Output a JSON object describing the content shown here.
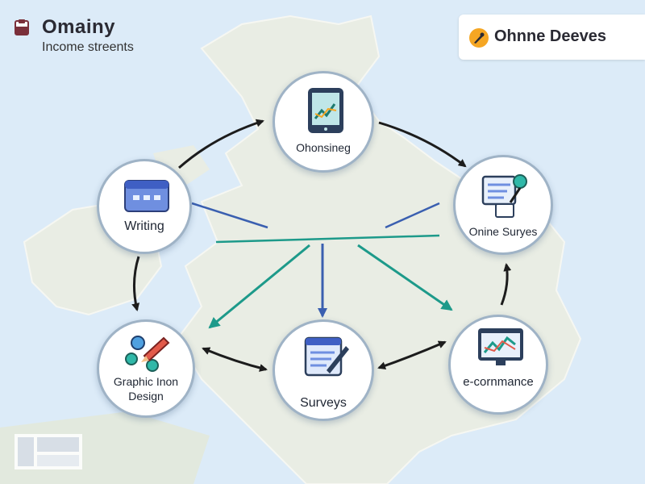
{
  "brand": {
    "icon": "clipboard-icon",
    "title": "Omainy",
    "subtitle": "Income streents"
  },
  "badge": {
    "icon": "rocket-icon",
    "label": "Ohnne Deeves"
  },
  "nodes": {
    "writing": {
      "label": "Writing",
      "icon": "calendar-icon"
    },
    "onboarding": {
      "label": "Ohonsineg",
      "icon": "tablet-chart-icon"
    },
    "online_surveys": {
      "label": "Onine Suryes",
      "icon": "survey-tools-icon"
    },
    "graphic_design": {
      "label_line1": "Graphic Inon",
      "label_line2": "Design",
      "icon": "design-tools-icon"
    },
    "surveys": {
      "label": "Surveys",
      "icon": "survey-form-icon"
    },
    "ecommerce": {
      "label": "e-cornmance",
      "icon": "monitor-chart-icon"
    }
  },
  "colors": {
    "map_water": "#dcebf8",
    "map_land": "#ecefe6",
    "node_border": "#9fb3c6",
    "arrow_dark": "#1c1c1c",
    "arrow_blue": "#3a5fb0",
    "arrow_teal": "#1d9a8a"
  }
}
